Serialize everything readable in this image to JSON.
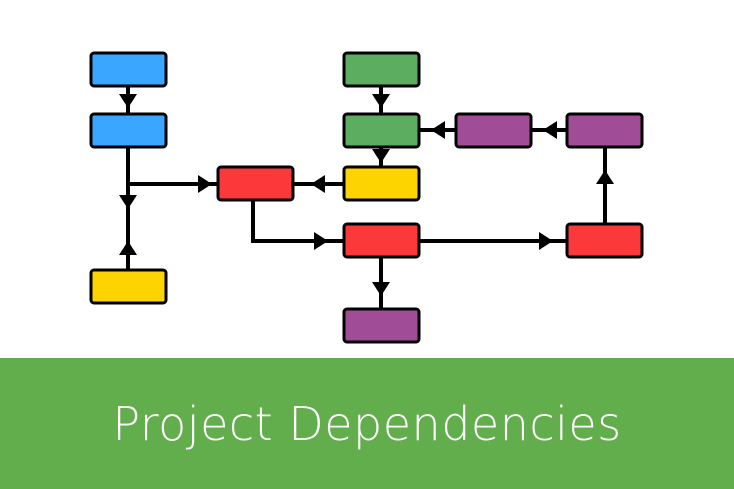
{
  "banner": {
    "title": "Project Dependencies"
  },
  "colors": {
    "blue": "#3aa6ff",
    "green": "#5cad60",
    "purple": "#a04c96",
    "red": "#fb383a",
    "yellow": "#fed400",
    "line": "#000000",
    "banner": "#62ad4c"
  },
  "nodes": [
    {
      "id": "blue-1",
      "color": "blue"
    },
    {
      "id": "blue-2",
      "color": "blue"
    },
    {
      "id": "yellow-1",
      "color": "yellow"
    },
    {
      "id": "red-1",
      "color": "red"
    },
    {
      "id": "green-1",
      "color": "green"
    },
    {
      "id": "green-2",
      "color": "green"
    },
    {
      "id": "yellow-2",
      "color": "yellow"
    },
    {
      "id": "red-2",
      "color": "red"
    },
    {
      "id": "purple-1",
      "color": "purple"
    },
    {
      "id": "purple-2",
      "color": "purple"
    },
    {
      "id": "purple-3",
      "color": "purple"
    },
    {
      "id": "red-3",
      "color": "red"
    }
  ],
  "edges": [
    {
      "from": "blue-1",
      "to": "blue-2"
    },
    {
      "from": "blue-2",
      "to": "red-1"
    },
    {
      "from": "yellow-1",
      "to": "blue-2"
    },
    {
      "from": "yellow-2",
      "to": "red-1"
    },
    {
      "from": "green-1",
      "to": "green-2"
    },
    {
      "from": "green-2",
      "to": "yellow-2"
    },
    {
      "from": "red-1",
      "to": "red-2"
    },
    {
      "from": "red-2",
      "to": "red-3"
    },
    {
      "from": "red-2",
      "to": "purple-3"
    },
    {
      "from": "red-3",
      "to": "purple-2"
    },
    {
      "from": "purple-2",
      "to": "purple-1"
    },
    {
      "from": "purple-1",
      "to": "green-2"
    }
  ]
}
